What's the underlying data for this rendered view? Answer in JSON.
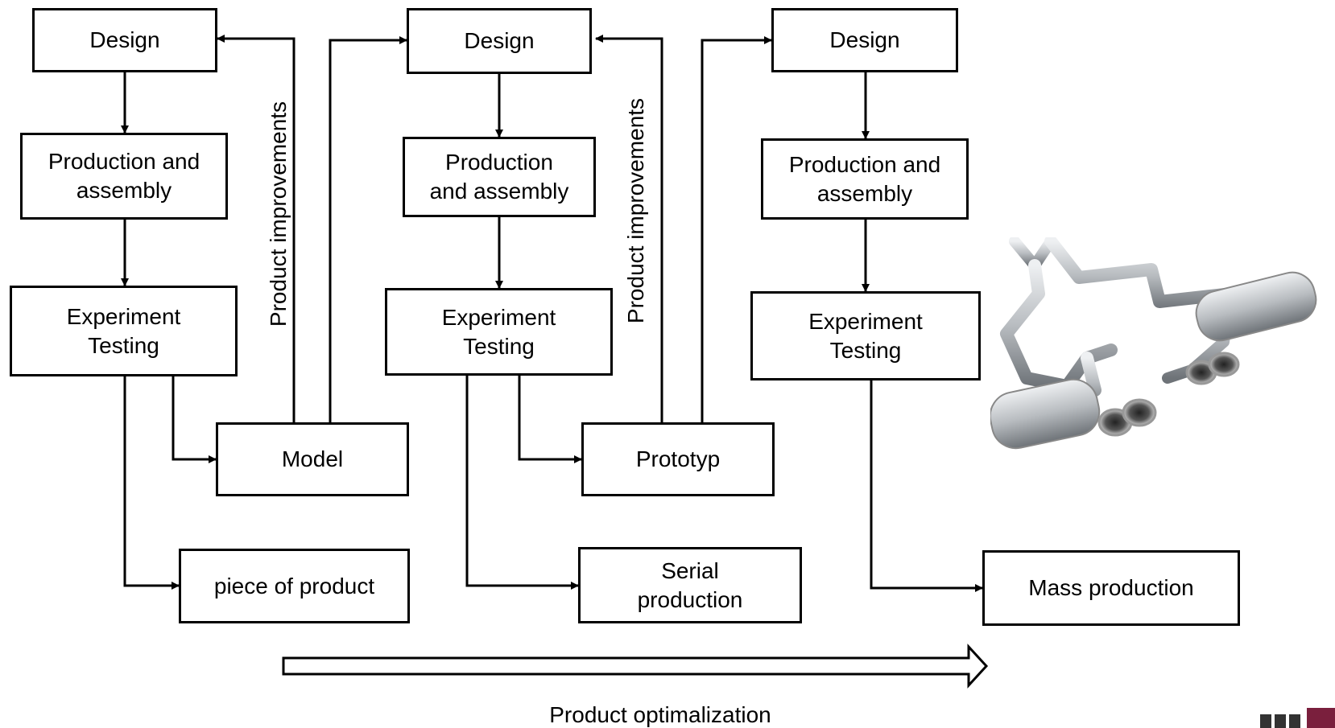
{
  "columns": [
    {
      "design": "Design",
      "production": "Production and\nassembly",
      "testing": "Experiment\nTesting",
      "intermediate": "Model",
      "output": "piece of product"
    },
    {
      "design": "Design",
      "production": "Production\nand assembly",
      "testing": "Experiment\nTesting",
      "intermediate": "Prototyp",
      "output": "Serial\nproduction"
    },
    {
      "design": "Design",
      "production": "Production and\nassembly",
      "testing": "Experiment\nTesting",
      "output": "Mass production"
    }
  ],
  "feedback_labels": [
    "Product improvements",
    "Product improvements"
  ],
  "optimization_label": "Product optimalization",
  "image": {
    "subject": "muffler-exhaust-icon"
  },
  "colors": {
    "line": "#000000",
    "box_fill": "#ffffff",
    "metal": "#b8bcc0",
    "logo_accent": "#7a1f3d"
  }
}
